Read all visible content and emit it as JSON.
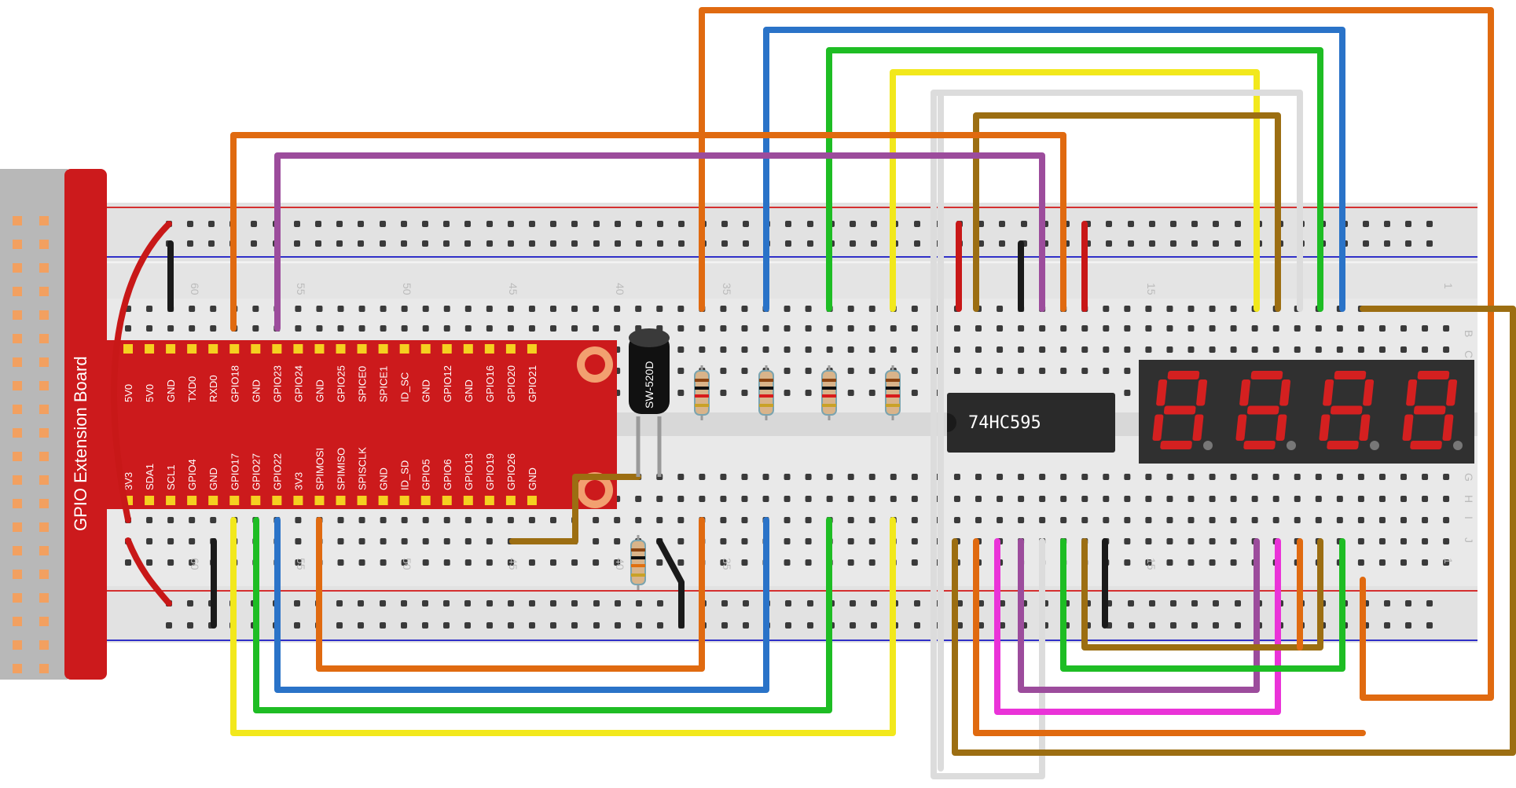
{
  "gpio_board": {
    "title": "GPIO Extension Board",
    "top_pins": [
      "5V0",
      "5V0",
      "GND",
      "TXD0",
      "RXD0",
      "GPIO18",
      "GND",
      "GPIO23",
      "GPIO24",
      "GND",
      "GPIO25",
      "SPICE0",
      "SPICE1",
      "ID_SC",
      "GND",
      "GPIO12",
      "GND",
      "GPIO16",
      "GPIO20",
      "GPIO21"
    ],
    "bottom_pins": [
      "3V3",
      "SDA1",
      "SCL1",
      "GPIO4",
      "GND",
      "GPIO17",
      "GPIO27",
      "GPIO22",
      "3V3",
      "SPIMOSI",
      "SPIMISO",
      "SPISCLK",
      "GND",
      "ID_SD",
      "GPIO5",
      "GPIO6",
      "GPIO13",
      "GPIO19",
      "GPIO26",
      "GND"
    ]
  },
  "breadboard": {
    "column_numbers_top": [
      "60",
      "55",
      "50",
      "45",
      "40",
      "35",
      "15",
      "1"
    ],
    "column_numbers_bottom": [
      "60",
      "55",
      "50",
      "45",
      "40",
      "35",
      "15",
      "1"
    ],
    "row_letters_right_top": [
      "B",
      "C"
    ],
    "row_letters_right_bottom": [
      "G",
      "H",
      "I",
      "J"
    ]
  },
  "chip": {
    "label": "74HC595"
  },
  "tilt_switch": {
    "label": "SW-520D"
  },
  "display": {
    "digits": 4,
    "segment_color": "#d42020"
  },
  "colors": {
    "board_red": "#cc1a1c",
    "orange": "#e06a10",
    "blue": "#2a73c8",
    "green": "#1ebd24",
    "yellow": "#f2e81c",
    "white": "#dcdcdc",
    "brown": "#9c6e12",
    "purple": "#9c4c9c",
    "magenta": "#ea33d8",
    "black": "#1a1a1a"
  }
}
